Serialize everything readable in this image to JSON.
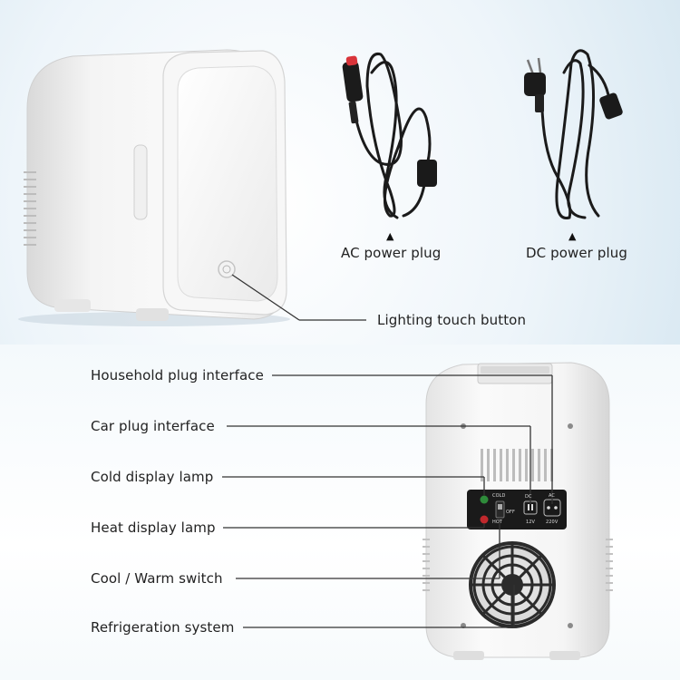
{
  "labels": {
    "ac_power_plug": "AC power plug",
    "dc_power_plug": "DC power plug",
    "lighting_touch_button": "Lighting touch button",
    "household_plug_interface": "Household plug interface",
    "car_plug_interface": "Car plug interface",
    "cold_display_lamp": "Cold display lamp",
    "heat_display_lamp": "Heat display lamp",
    "cool_warm_switch": "Cool / Warm switch",
    "refrigeration_system": "Refrigeration system"
  },
  "panel_text": {
    "cold": "COLD",
    "hot": "HOT",
    "off": "OFF",
    "dc": "DC",
    "ac": "AC",
    "v12": "12V",
    "v220": "220V"
  },
  "markers": {
    "ac_arrow": "▲",
    "dc_arrow": "▲"
  },
  "colors": {
    "background_top": "#c9dfec",
    "fridge_body": "#f2f2f2",
    "panel_black": "#1a1a1a",
    "cold_lamp": "#2e8b3a",
    "heat_lamp": "#c0282c",
    "cable": "#1b1b1b",
    "car_plug_tip": "#d9343a"
  }
}
